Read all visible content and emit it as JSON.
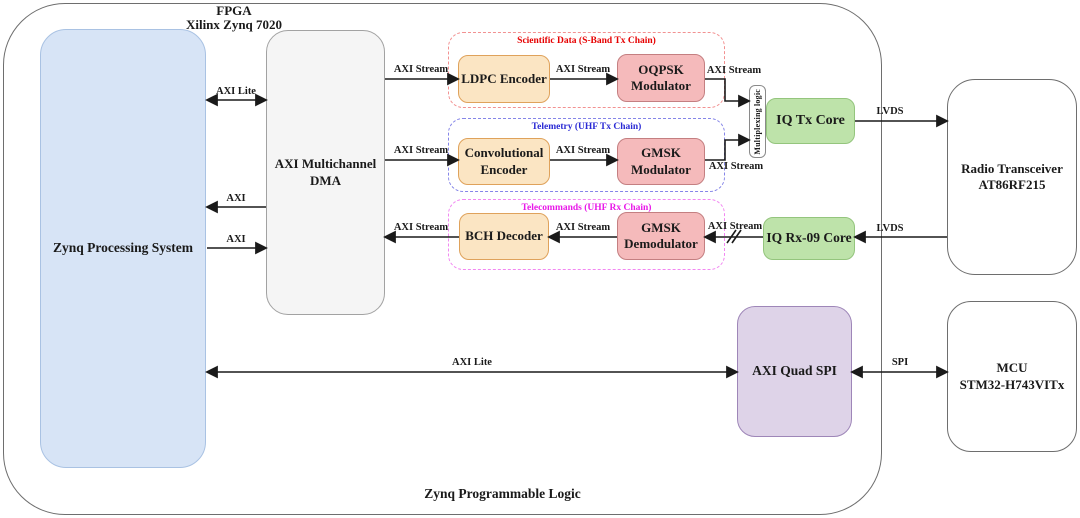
{
  "title": {
    "line1": "FPGA",
    "line2": "Xilinx Zynq 7020"
  },
  "footer": "Zynq Programmable Logic",
  "nodes": {
    "processing_system": "Zynq Processing System",
    "dma": "AXI Multichannel DMA",
    "ldpc_encoder": "LDPC Encoder",
    "oqpsk_modulator": "OQPSK Modulator",
    "convolutional_encoder": "Convolutional Encoder",
    "gmsk_modulator": "GMSK Modulator",
    "bch_decoder": "BCH Decoder",
    "gmsk_demodulator": "GMSK Demodulator",
    "multiplexing_logic": "Multiplexing logic",
    "iq_tx_core": "IQ Tx Core",
    "iq_rx_core": "IQ Rx-09 Core",
    "axi_quad_spi": "AXI Quad SPI",
    "radio_transceiver": {
      "line1": "Radio Transceiver",
      "line2": "AT86RF215"
    },
    "mcu": {
      "line1": "MCU",
      "line2": "STM32-H743VITx"
    }
  },
  "chains": {
    "scientific": "Scientific Data (S-Band Tx Chain)",
    "telemetry": "Telemetry (UHF Tx Chain)",
    "telecommands": "Telecommands (UHF Rx Chain)"
  },
  "bus_labels": {
    "axi_lite_ps_dma": "AXI Lite",
    "axi_dma_to_ps": "AXI",
    "axi_ps_to_dma": "AXI",
    "stream_dma_to_ldpc": "AXI Stream",
    "stream_ldpc_to_oqpsk": "AXI Stream",
    "stream_oqpsk_to_mux": "AXI Stream",
    "stream_dma_to_conv": "AXI Stream",
    "stream_conv_to_gmsk": "AXI Stream",
    "stream_gmsk_to_mux": "AXI Stream",
    "stream_bch_to_dma": "AXI Stream",
    "stream_demod_to_bch": "AXI Stream",
    "stream_iqrx_to_demod": "AXI Stream",
    "lvds_tx": "LVDS",
    "lvds_rx": "LVDS",
    "spi": "SPI",
    "axi_lite_ps_spi": "AXI Lite"
  },
  "colors": {
    "node_orange_fill": "#FBE5C3",
    "node_orange_stroke": "#DFA25B",
    "node_pink_fill": "#F5BABB",
    "node_pink_stroke": "#C47F81",
    "node_green_fill": "#BEE3AA",
    "node_green_stroke": "#94C57D",
    "node_blue_fill": "#D7E4F6",
    "node_blue_stroke": "#A9C2E3",
    "node_purple_fill": "#DED3E8",
    "node_purple_stroke": "#9E86B8",
    "node_gray_fill": "#F5F5F5",
    "node_gray_stroke": "#A2A2A2",
    "chain_scientific_text": "#E60000",
    "chain_scientific_border": "#F29191",
    "chain_telemetry_text": "#2A2AD4",
    "chain_telemetry_border": "#8585E8",
    "chain_telecommands_text": "#E818E8",
    "chain_telecommands_border": "#F287F2",
    "arrow": "#1A1A1A",
    "boundary": "#6E6E6E"
  }
}
